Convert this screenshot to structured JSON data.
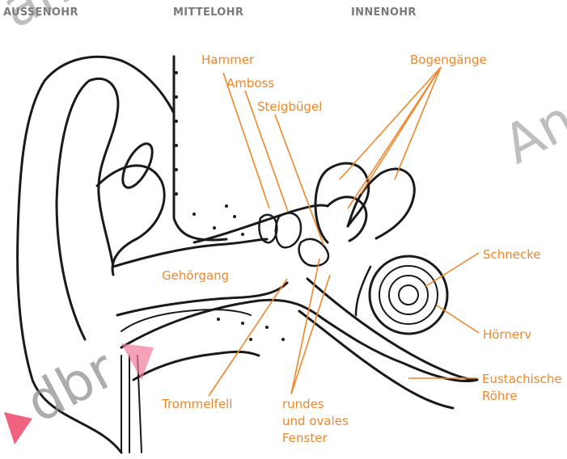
{
  "headers": {
    "outer": "AUSSENOHR",
    "middle": "MITTELOHR",
    "inner": "INNENOHR"
  },
  "labels": {
    "hammer": "Hammer",
    "amboss": "Amboss",
    "steigbuegel": "Steigbügel",
    "bogengaenge": "Bogengänge",
    "gehoergang": "Gehörgang",
    "schnecke": "Schnecke",
    "hoernerv": "Hörnerv",
    "eustachische_line1": "Eustachische",
    "eustachische_line2": "Röhre",
    "trommelfell": "Trommelfell",
    "fenster_line1": "rundes",
    "fenster_line2": "und ovales",
    "fenster_line3": "Fenster"
  },
  "watermark": {
    "top_left": "ampl",
    "right": "Ans",
    "bottom_left": "dbr"
  },
  "colors": {
    "label": "#f0862a",
    "header": "#7a7a7a",
    "line": "#1a1a1a",
    "accent_pink": "#f07a9a"
  }
}
